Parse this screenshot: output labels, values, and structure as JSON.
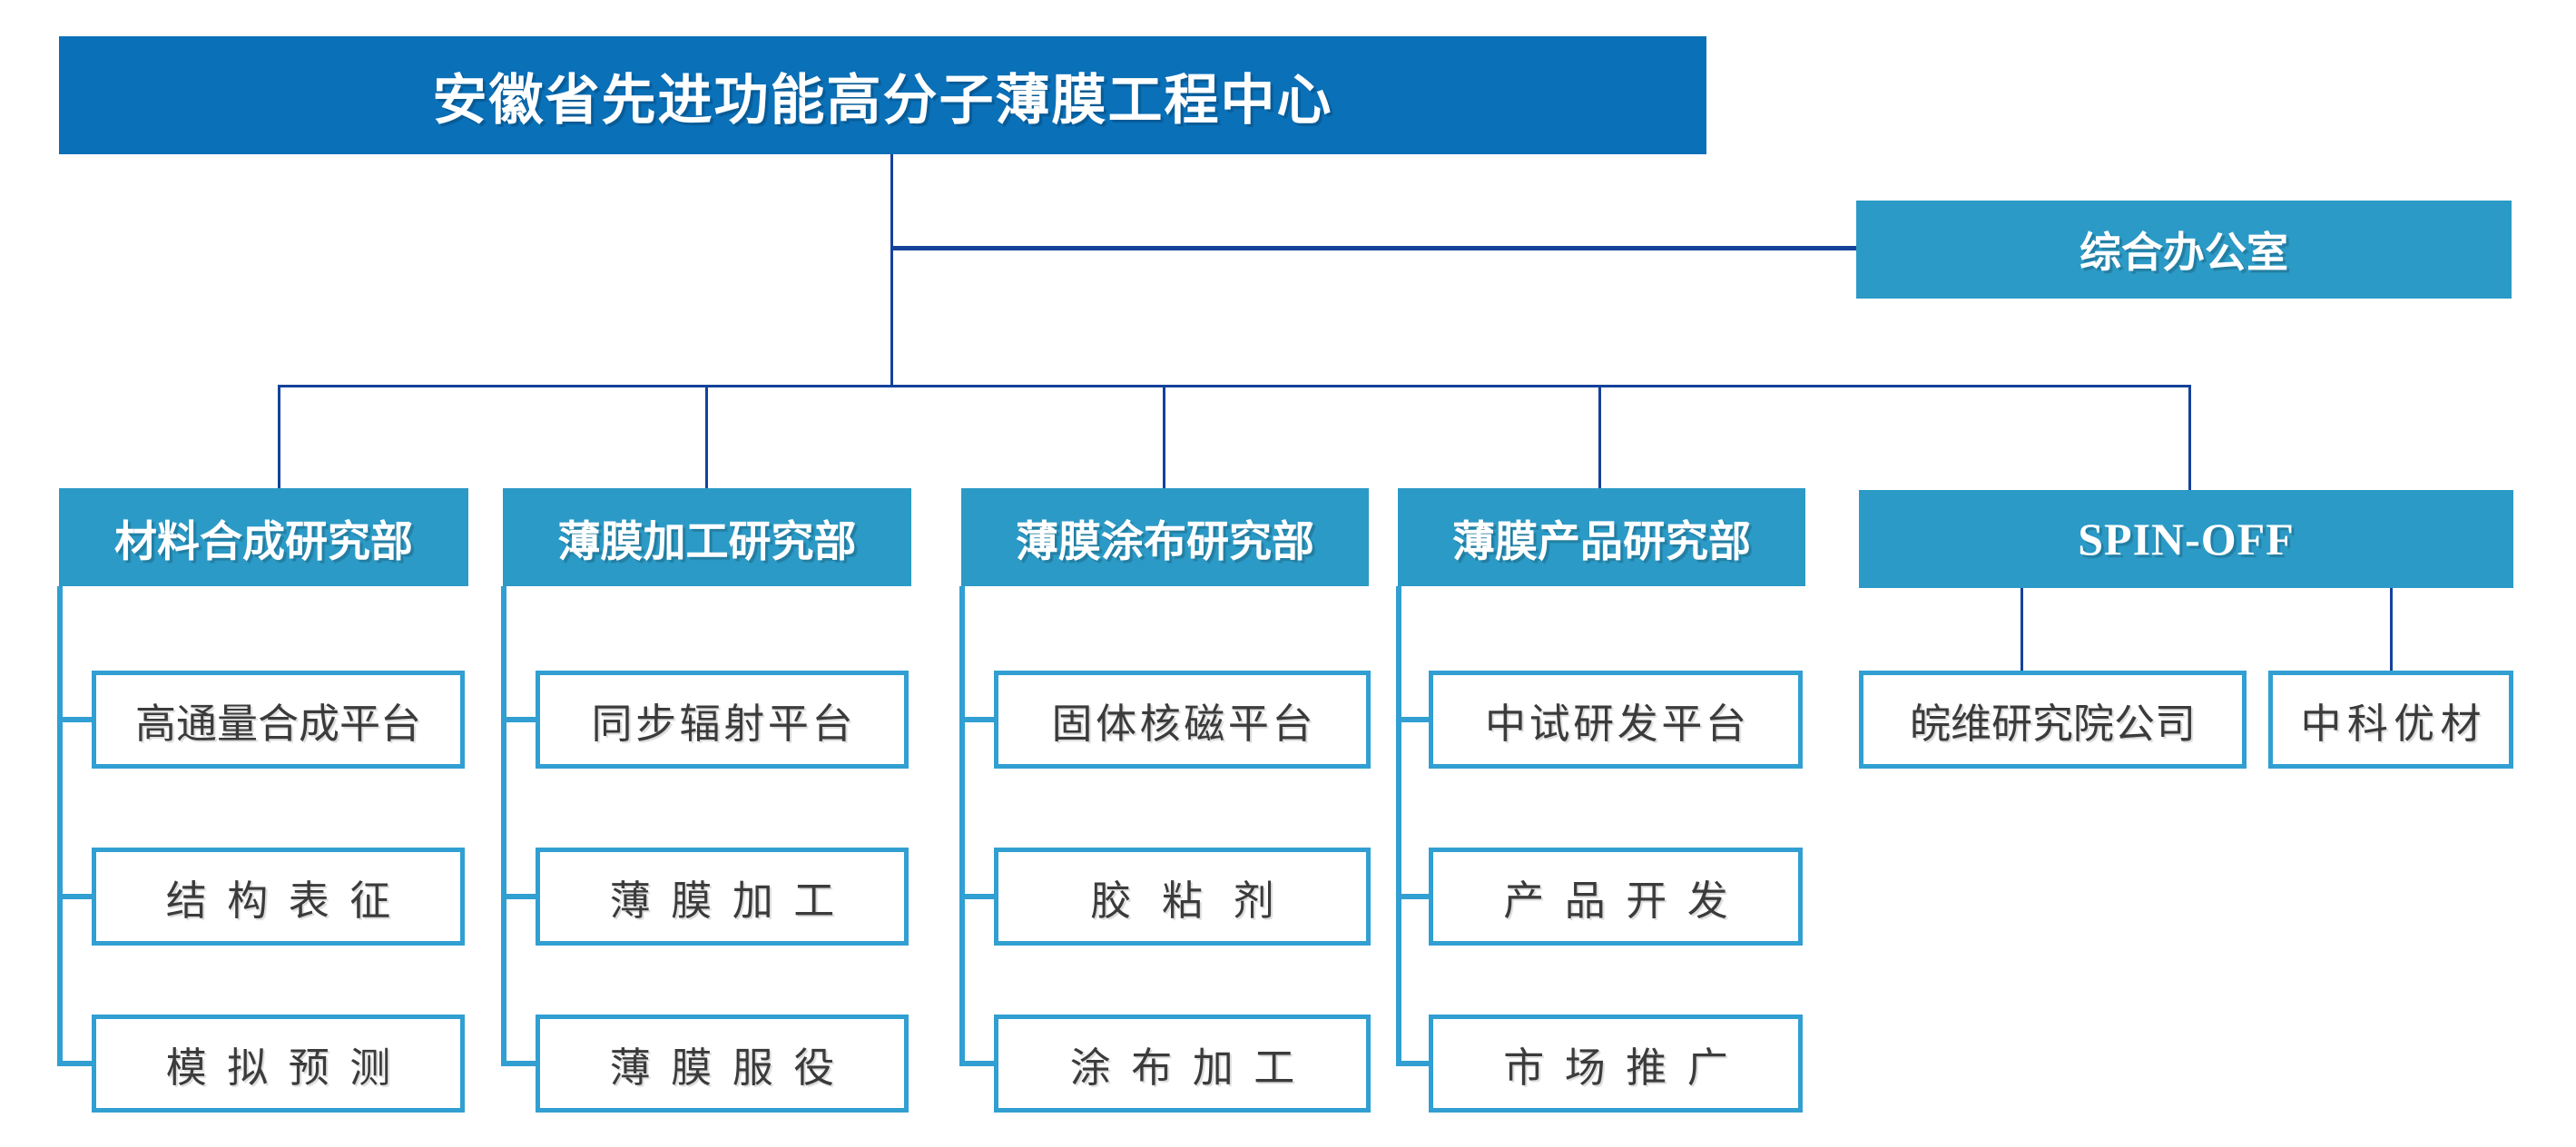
{
  "title": "安徽省先进功能高分子薄膜工程中心",
  "office": "综合办公室",
  "departments": [
    {
      "label": "材料合成研究部",
      "children": [
        "高通量合成平台",
        "结构表征",
        "模拟预测"
      ]
    },
    {
      "label": "薄膜加工研究部",
      "children": [
        "同步辐射平台",
        "薄膜加工",
        "薄膜服役"
      ]
    },
    {
      "label": "薄膜涂布研究部",
      "children": [
        "固体核磁平台",
        "胶粘剂",
        "涂布加工"
      ]
    },
    {
      "label": "薄膜产品研究部",
      "children": [
        "中试研发平台",
        "产品开发",
        "市场推广"
      ]
    },
    {
      "label": "SPIN-OFF",
      "children": [
        "皖维研究院公司",
        "中科优材"
      ]
    }
  ],
  "colors": {
    "header_blue": "#0a70b8",
    "panel_blue": "#2b9ac6",
    "outline_cyan": "#319fd2",
    "line_navy": "#15429a",
    "text_dark": "#3b3b3b",
    "text_light": "#ffffff"
  }
}
